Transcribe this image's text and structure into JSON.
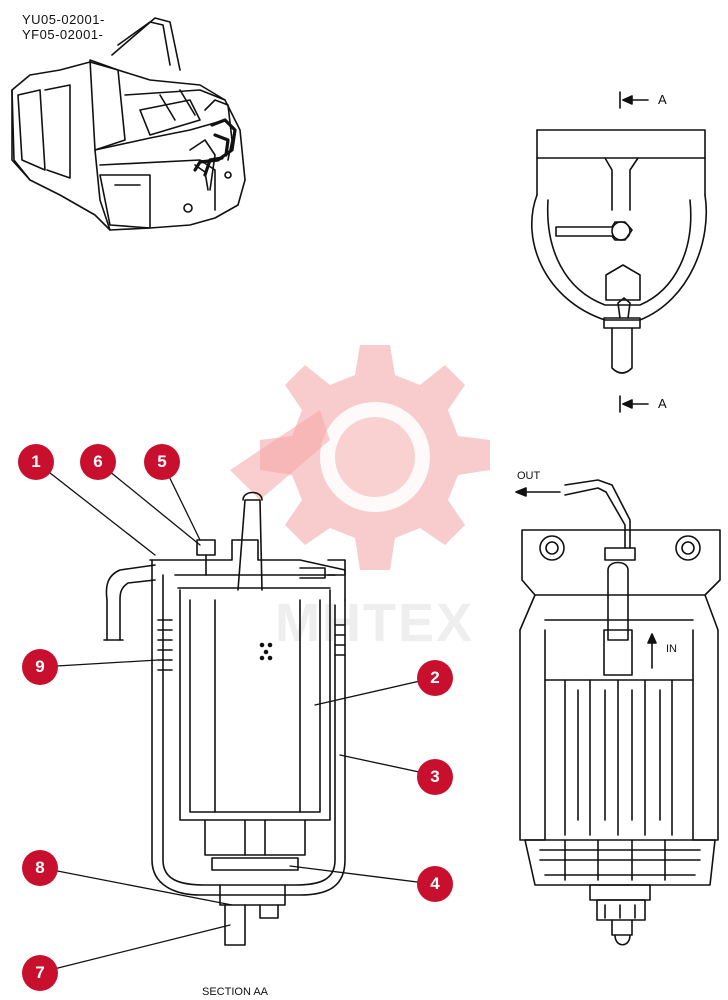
{
  "serials": [
    "YU05-02001-",
    "YF05-02001-"
  ],
  "section_markers": [
    "A",
    "A"
  ],
  "side_labels": {
    "out": "OUT",
    "in": "IN"
  },
  "section_caption": "SECTION AA",
  "watermark": "MHTEX",
  "callouts": [
    "1",
    "6",
    "5",
    "9",
    "2",
    "3",
    "8",
    "4",
    "7"
  ],
  "colors": {
    "callout": "#c8102e",
    "watermark": "#f3b8b8"
  }
}
